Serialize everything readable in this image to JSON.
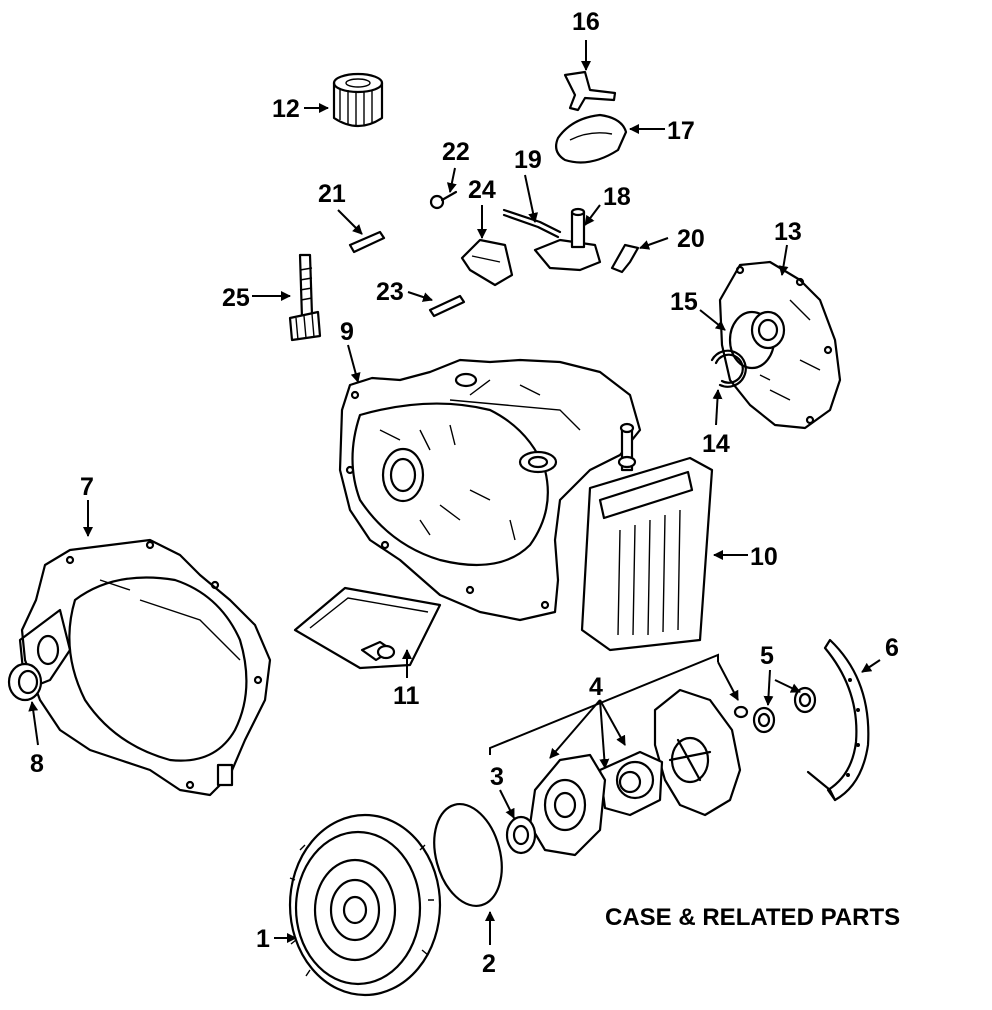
{
  "title": "CASE & RELATED PARTS",
  "callouts": {
    "c1": "1",
    "c2": "2",
    "c3": "3",
    "c4": "4",
    "c5": "5",
    "c6": "6",
    "c7": "7",
    "c8": "8",
    "c9": "9",
    "c10": "10",
    "c11": "11",
    "c12": "12",
    "c13": "13",
    "c14": "14",
    "c15": "15",
    "c16": "16",
    "c17": "17",
    "c18": "18",
    "c19": "19",
    "c20": "20",
    "c21": "21",
    "c22": "22",
    "c23": "23",
    "c24": "24",
    "c25": "25"
  }
}
